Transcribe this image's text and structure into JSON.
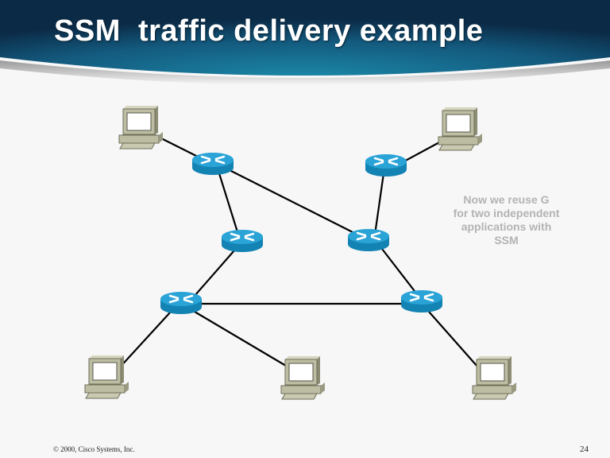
{
  "slide": {
    "title": "SSM  traffic delivery example",
    "note_lines": [
      "Now we reuse G",
      "for two independent",
      "applications with",
      "SSM"
    ],
    "footer_copyright": "© 2000, Cisco Systems, Inc.",
    "page_number": "24"
  },
  "colors": {
    "banner_dark": "#0c2e4a",
    "banner_light": "#1a7a9a",
    "router_top": "#2aa3d6",
    "router_side": "#1383b4",
    "pc_body": "#bdbda3",
    "link": "#000000",
    "note_text": "#b3b3b3"
  },
  "topology": {
    "routers": [
      "R1",
      "R2",
      "R3",
      "R4",
      "R5",
      "R6"
    ],
    "hosts": [
      "PC1",
      "PC2",
      "PC3",
      "PC4",
      "PC5"
    ],
    "links": [
      [
        "PC1",
        "R1"
      ],
      [
        "R1",
        "R3"
      ],
      [
        "R1",
        "R4"
      ],
      [
        "PC2",
        "R2"
      ],
      [
        "R2",
        "R4"
      ],
      [
        "R3",
        "R5"
      ],
      [
        "R4",
        "R6"
      ],
      [
        "R5",
        "R6"
      ],
      [
        "R5",
        "PC3"
      ],
      [
        "R5",
        "PC4"
      ],
      [
        "R6",
        "PC5"
      ]
    ]
  }
}
